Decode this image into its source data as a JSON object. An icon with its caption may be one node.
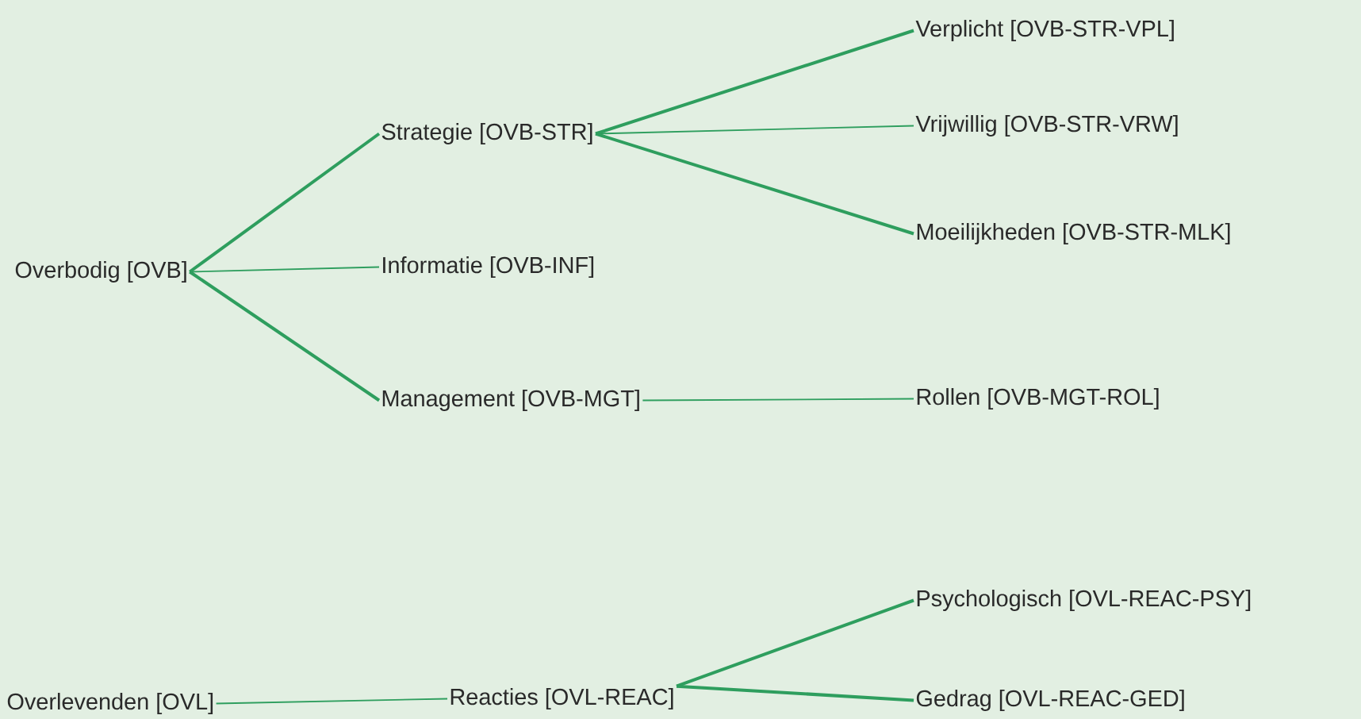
{
  "diagram": {
    "nodes": [
      {
        "text": [
          "Overbodig [OVB]"
        ]
      },
      {
        "text": [
          "Strategie [OVB-STR]"
        ]
      },
      {
        "text": [
          "Informatie [OVB-INF]"
        ]
      },
      {
        "text": [
          "Management [OVB-MGT]"
        ]
      },
      {
        "text": [
          "Verplicht [OVB-STR-VPL]"
        ]
      },
      {
        "text": [
          "Vrijwillig [OVB-STR-VRW]"
        ]
      },
      {
        "text": [
          "Moeilijkheden [OVB-STR-MLK]"
        ]
      },
      {
        "text": [
          "Rollen [OVB-MGT-ROL]"
        ]
      },
      {
        "text": [
          "Overlevenden [OVL]"
        ]
      },
      {
        "text": [
          "Reacties [OVL-REAC]"
        ]
      },
      {
        "text": [
          "Psychologisch [OVL-REAC-PSY]"
        ]
      },
      {
        "text": [
          "Gedrag [OVL-REAC-GED]"
        ]
      }
    ],
    "edges": [
      {
        "from": 0,
        "to": 1,
        "arrow": "none"
      },
      {
        "from": 0,
        "to": 2,
        "arrow": "none"
      },
      {
        "from": 0,
        "to": 3,
        "arrow": "none"
      },
      {
        "from": 1,
        "to": 4,
        "arrow": "none"
      },
      {
        "from": 1,
        "to": 5,
        "arrow": "none"
      },
      {
        "from": 1,
        "to": 6,
        "arrow": "none"
      },
      {
        "from": 3,
        "to": 7,
        "arrow": "none"
      },
      {
        "from": 8,
        "to": 9,
        "arrow": "none"
      },
      {
        "from": 9,
        "to": 10,
        "arrow": "none"
      },
      {
        "from": 9,
        "to": 11,
        "arrow": "none"
      }
    ]
  }
}
